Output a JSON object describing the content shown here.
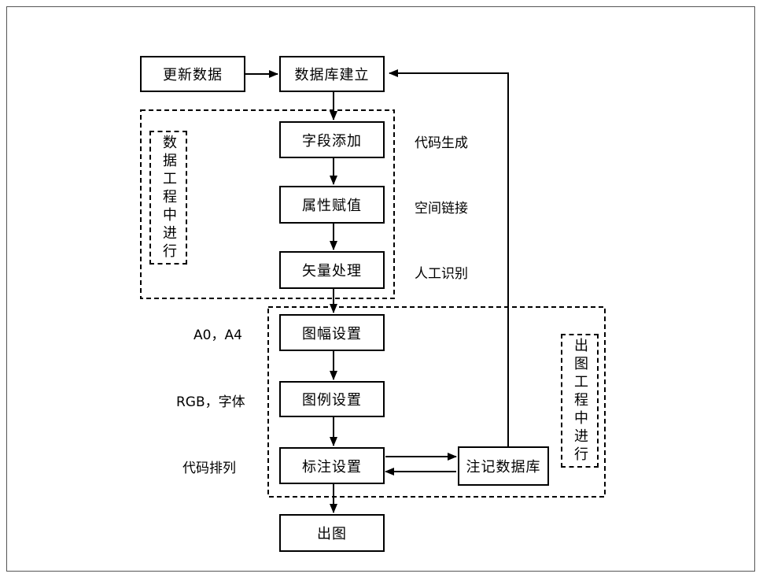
{
  "boxes": {
    "update_data": "更新数据",
    "db_build": "数据库建立",
    "field_add": "字段添加",
    "attr_assign": "属性赋值",
    "vector_proc": "矢量处理",
    "sheet_setup": "图幅设置",
    "legend_setup": "图例设置",
    "label_setup": "标注设置",
    "annot_db": "注记数据库",
    "output_map": "出图"
  },
  "side_labels": {
    "code_gen": "代码生成",
    "spatial_link": "空间链接",
    "manual_recog": "人工识别",
    "paper_size": "A0，A4",
    "rgb_font": "RGB，字体",
    "code_arrange": "代码排列"
  },
  "groups": {
    "data_engineering": "数据工程中进行",
    "mapping_engineering": "出图工程中进行"
  }
}
